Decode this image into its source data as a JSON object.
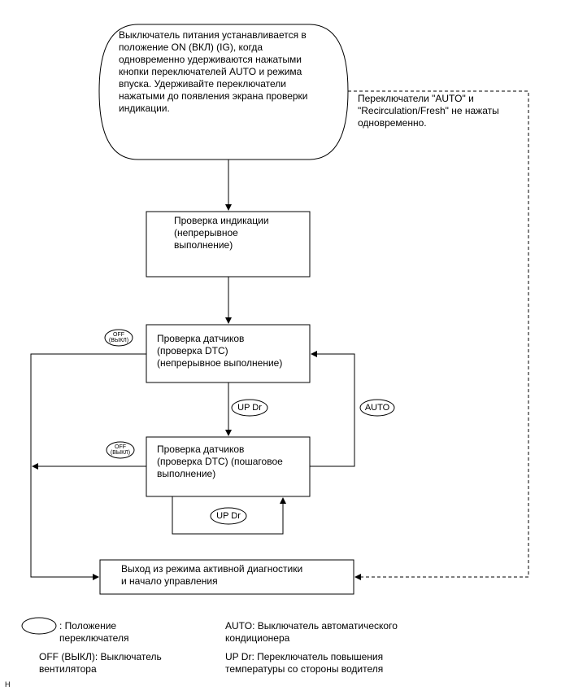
{
  "start_text": "Выключатель питания устанавливается в\nположение ON (ВКЛ) (IG), когда\nодновременно удерживаются нажатыми\nкнопки переключателей AUTO и режима\nвпуска. Удерживайте переключатели\nнажатыми до появления экрана проверки\nиндикации.",
  "indicator_check": "Проверка индикации\n(непрерывное\nвыполнение)",
  "sensor_check_continuous": "Проверка датчиков\n(проверка DTC)\n(непрерывное выполнение)",
  "sensor_check_step": "Проверка датчиков\n(проверка DTC) (пошаговое\nвыполнение)",
  "exit_box": "Выход из режима активной диагностики\nи начало управления",
  "side_note": "Переключатели \"AUTO\" и\n\"Recirculation/Fresh\" не нажаты\nодновременно.",
  "switches": {
    "off_vykl": "OFF\n(ВЫКЛ)",
    "up_dr": "UP Dr",
    "auto": "AUTO"
  },
  "legend": {
    "ellipse_text": ": Положение\nпереключателя",
    "off_text": "OFF (ВЫКЛ): Выключатель\nвентилятора",
    "auto_text": "AUTO: Выключатель автоматического\nкондиционера",
    "updr_text": "UP Dr: Переключатель повышения\nтемпературы со стороны водителя"
  },
  "footer_code": "H"
}
